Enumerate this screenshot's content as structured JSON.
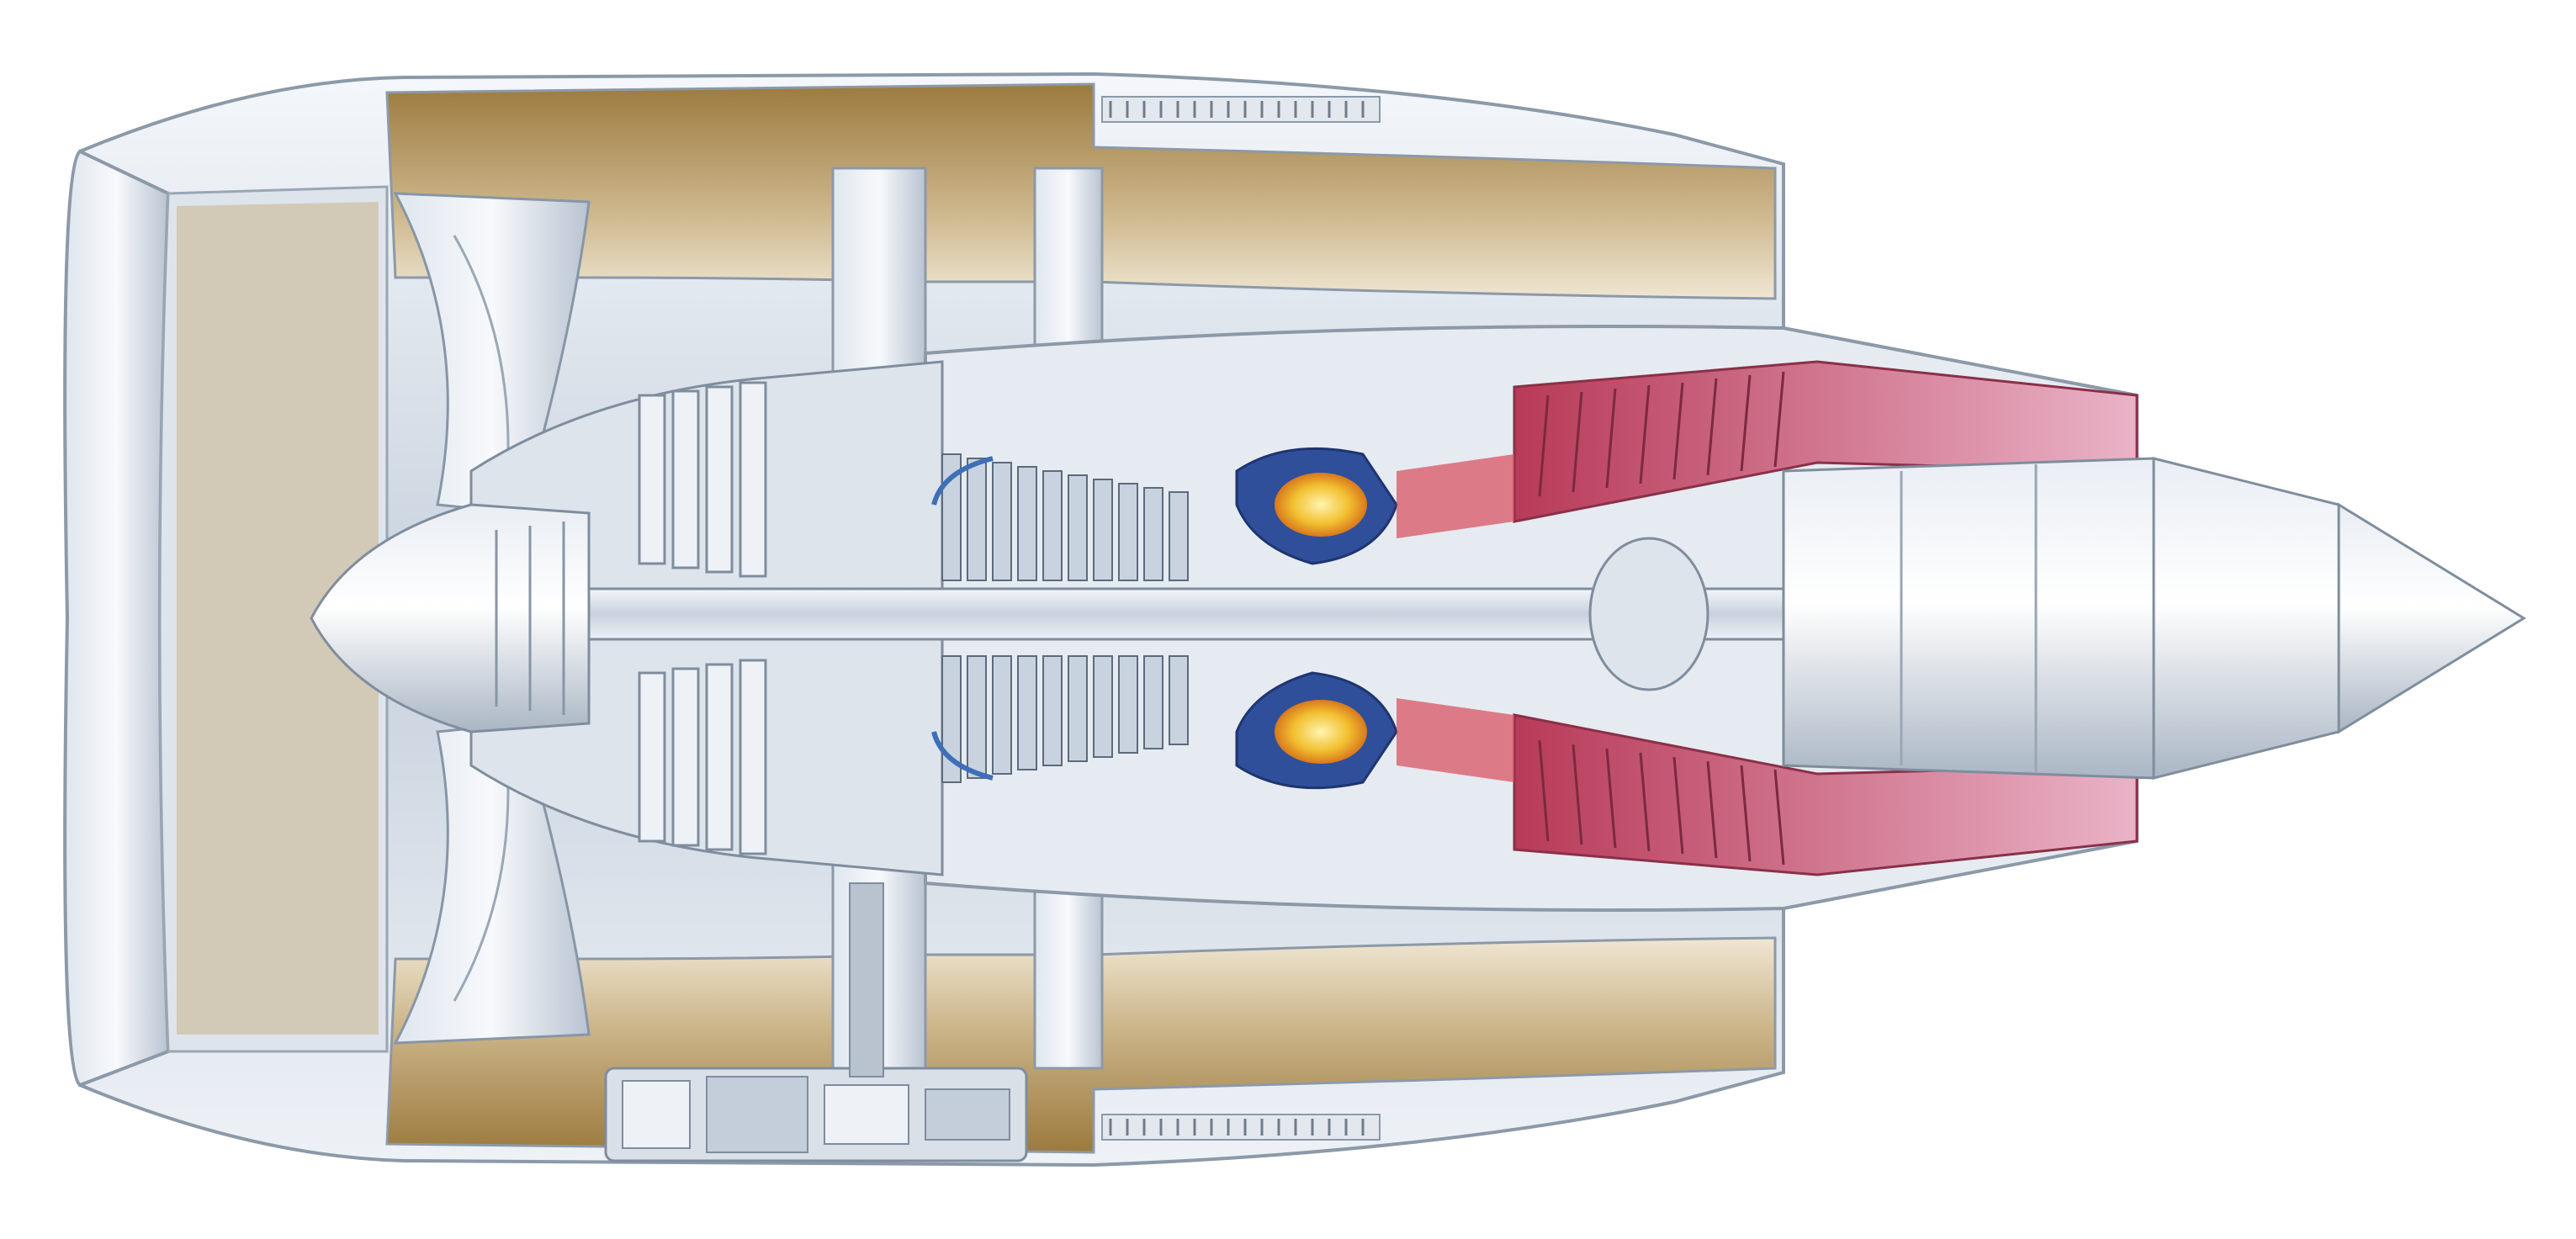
{
  "colors": {
    "background": "#ffffff",
    "metal_light": "#eef2f7",
    "metal_mid": "#c9d3df",
    "metal_dark": "#7f8d9d",
    "bypass_duct": "#a08048",
    "bypass_light": "#e9dcc0",
    "combustor_blue": "#2f4f9a",
    "flame": "#f2c030",
    "turbine_hot": "#c24a64",
    "exhaust_pink": "#e7a5bd"
  },
  "icons": [
    "turbofan-engine-cutaway-illustration",
    "nacelle",
    "fan-blades",
    "spinner-cone",
    "compressor",
    "combustor",
    "turbine",
    "exhaust-cone",
    "accessory-gearbox"
  ]
}
